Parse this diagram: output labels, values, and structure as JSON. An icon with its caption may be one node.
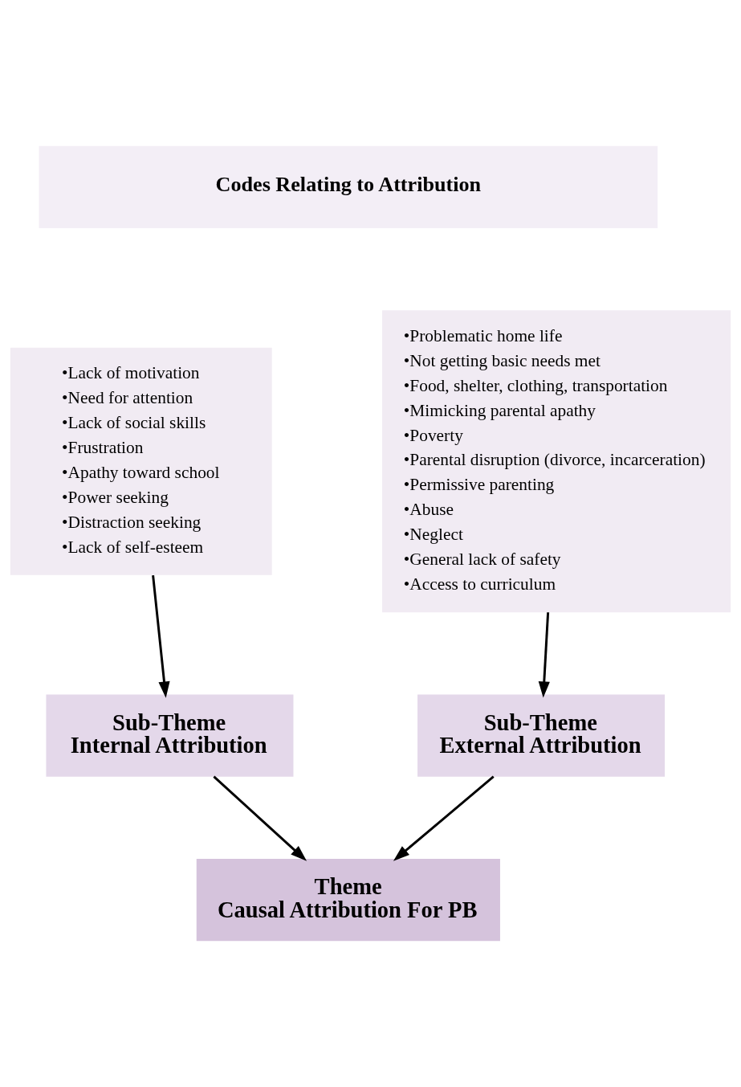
{
  "diagram": {
    "nodes": [
      {
        "text": [
          "Codes Relating to Attribution"
        ]
      },
      {
        "text": [
          "•Lack of motivation",
          "•Need for attention",
          "•Lack of social skills",
          "•Frustration",
          "•Apathy toward school",
          "•Power seeking",
          "•Distraction seeking",
          "•Lack of self-esteem"
        ]
      },
      {
        "text": [
          "•Problematic home life",
          "•Not getting basic needs met",
          "•Food, shelter, clothing, transportation",
          "•Mimicking parental apathy",
          "•Poverty",
          "•Parental disruption (divorce, incarceration)",
          "•Permissive parenting",
          "•Abuse",
          "•Neglect",
          "•General lack of safety",
          "•Access to curriculum"
        ]
      },
      {
        "text": [
          "Sub-Theme",
          "Internal Attribution"
        ]
      },
      {
        "text": [
          "Sub-Theme",
          "External Attribution"
        ]
      },
      {
        "text": [
          "Theme",
          "Causal Attribution For PB"
        ]
      }
    ],
    "edges": [
      {
        "from": 1,
        "to": 3,
        "arrow": "to"
      },
      {
        "from": 2,
        "to": 4,
        "arrow": "to"
      },
      {
        "from": 3,
        "to": 5,
        "arrow": "to"
      },
      {
        "from": 4,
        "to": 5,
        "arrow": "to"
      }
    ]
  }
}
